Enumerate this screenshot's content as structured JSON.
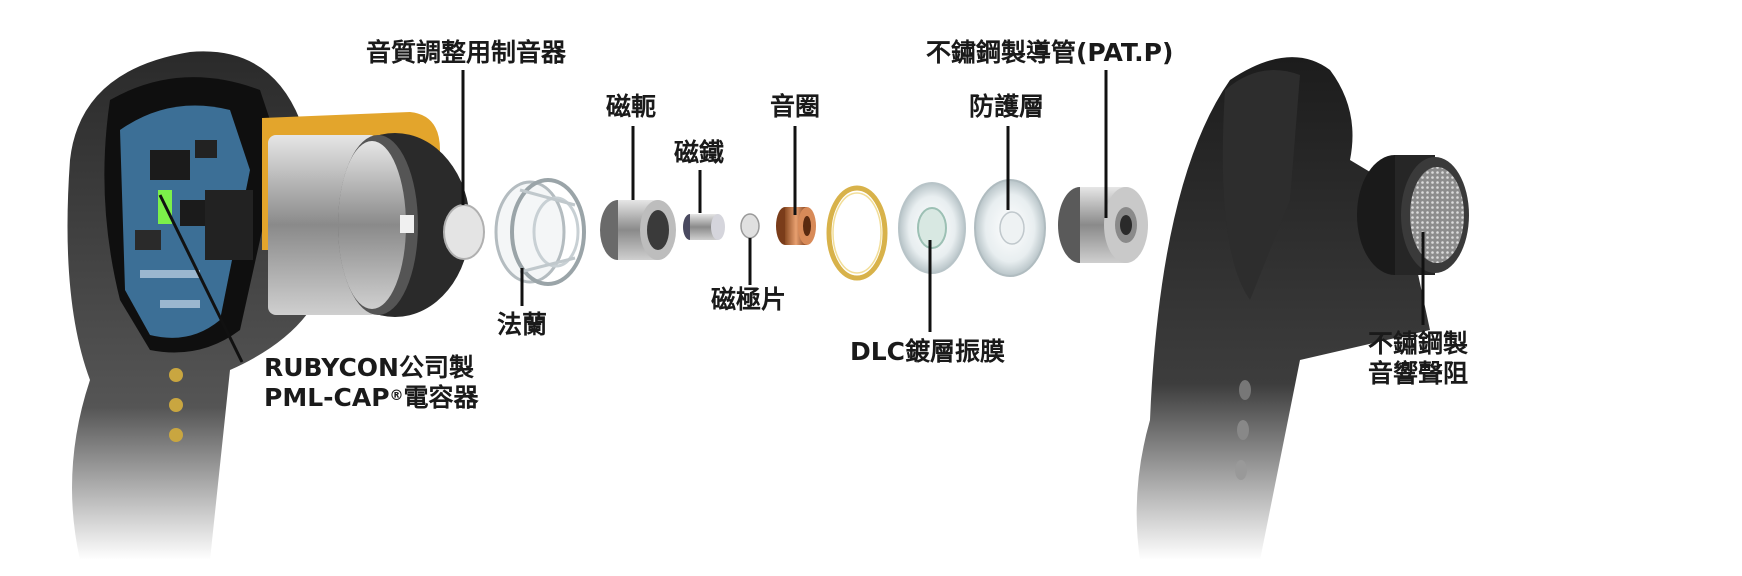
{
  "diagram": {
    "labels": {
      "tuning_damper": "音質調整用制音器",
      "yoke": "磁軛",
      "voice_coil": "音圈",
      "protective_layer": "防護層",
      "stainless_tube": "不鏽鋼製導管(PAT.P)",
      "magnet": "磁鐵",
      "pole_piece": "磁極片",
      "flange": "法蘭",
      "dlc_diaphragm": "DLC鍍層振膜",
      "capacitor_line1": "RUBYCON公司製",
      "capacitor_line2": "PML-CAP",
      "capacitor_mark": "®",
      "capacitor_line2_suffix": "電容器",
      "acoustic_damper_line1": "不鏽鋼製",
      "acoustic_damper_line2": "音響聲阻"
    }
  }
}
